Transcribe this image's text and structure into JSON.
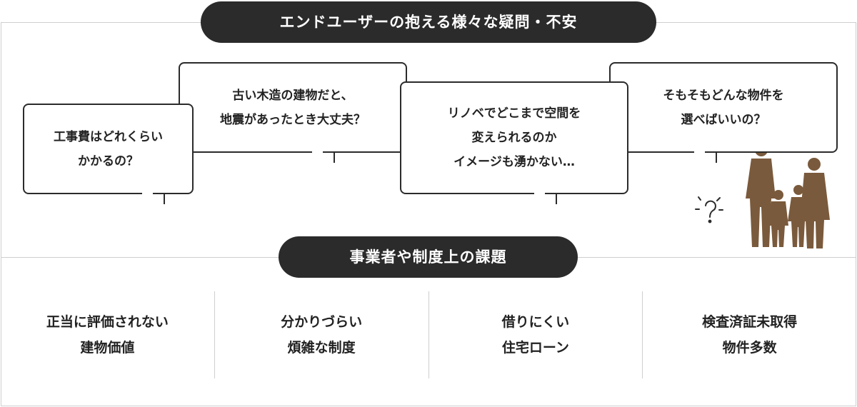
{
  "headers": {
    "top": "エンドユーザーの抱える様々な疑問・不安",
    "middle": "事業者や制度上の課題"
  },
  "questions": [
    "工事費はどれくらい\nかかるの？",
    "古い木造の建物だと、\n地震があったとき大丈夫？",
    "リノベでどこまで空間を\n変えられるのか\nイメージも湧かない…",
    "そもそもどんな物件を\n選べばいいの？"
  ],
  "issues": [
    "正当に評価されない\n建物価値",
    "分かりづらい\n煩雑な制度",
    "借りにくい\n住宅ローン",
    "検査済証未取得\n物件多数"
  ],
  "illustration": {
    "icon": "confused-family-icon",
    "color": "#7a5a3c"
  }
}
